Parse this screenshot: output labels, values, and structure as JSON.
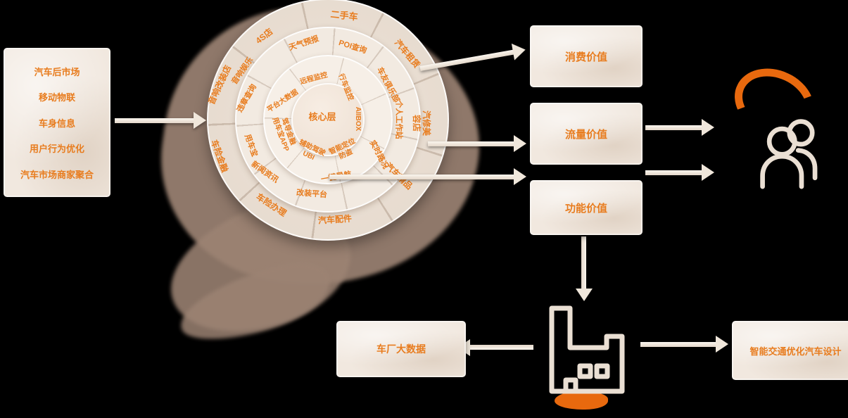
{
  "colors": {
    "accent_orange": "#e87c1e",
    "deep_orange": "#e8690e",
    "card_cream": "#f1e8df",
    "blob_brown": "#9c8373",
    "background": "#000000"
  },
  "left_panel": {
    "items": [
      "汽车后市场",
      "移动物联",
      "车身信息",
      "用户行为优化",
      "汽车市场商家聚合"
    ]
  },
  "sunburst": {
    "core": "核心层",
    "inner": [
      "远程监控",
      "行车监控",
      "AIIBOX",
      "智能定位\n防盗",
      "辅助驾驶\nUBI",
      "驾导金融\n用车宝APP",
      "平台大数据"
    ],
    "middle": [
      "天气预报",
      "POI查询",
      "车友俱乐部",
      "个人工作站",
      "实时路况",
      "一键导航",
      "改装平台",
      "新闻资讯",
      "用车宝",
      "违章查询",
      "音响娱乐"
    ],
    "outer": [
      "二手车",
      "4S店",
      "音响改装店",
      "车险金融",
      "车险办理",
      "汽车配件",
      "汽车精品",
      "汽修美容店",
      "汽车租赁"
    ]
  },
  "value_boxes": [
    "消费价值",
    "流量价值",
    "功能价值"
  ],
  "bottom": {
    "left_box": "车厂大数据",
    "right_box": "智能交通优化汽车设计"
  },
  "icons": {
    "users": "users-icon",
    "factory": "factory-icon"
  }
}
